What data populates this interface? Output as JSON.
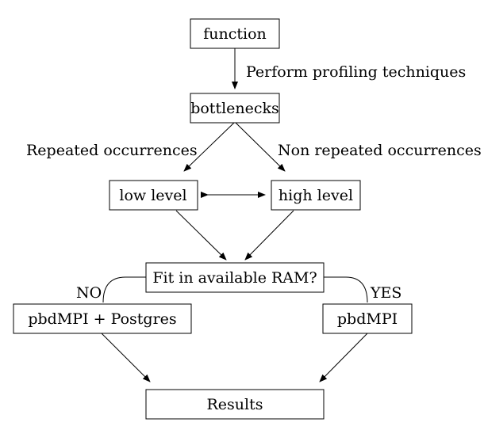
{
  "nodes": {
    "function": "function",
    "bottlenecks": "bottlenecks",
    "low_level": "low level",
    "high_level": "high level",
    "fit_question": "Fit in available RAM?",
    "pbdmpi_postgres": "pbdMPI + Postgres",
    "pbdmpi": "pbdMPI",
    "results": "Results"
  },
  "edge_labels": {
    "profiling": "Perform profiling techniques",
    "repeated": "Repeated occurrences",
    "non_repeated": "Non repeated occurrences",
    "no": "NO",
    "yes": "YES"
  },
  "colors": {
    "stroke": "#000000",
    "background": "#ffffff"
  }
}
